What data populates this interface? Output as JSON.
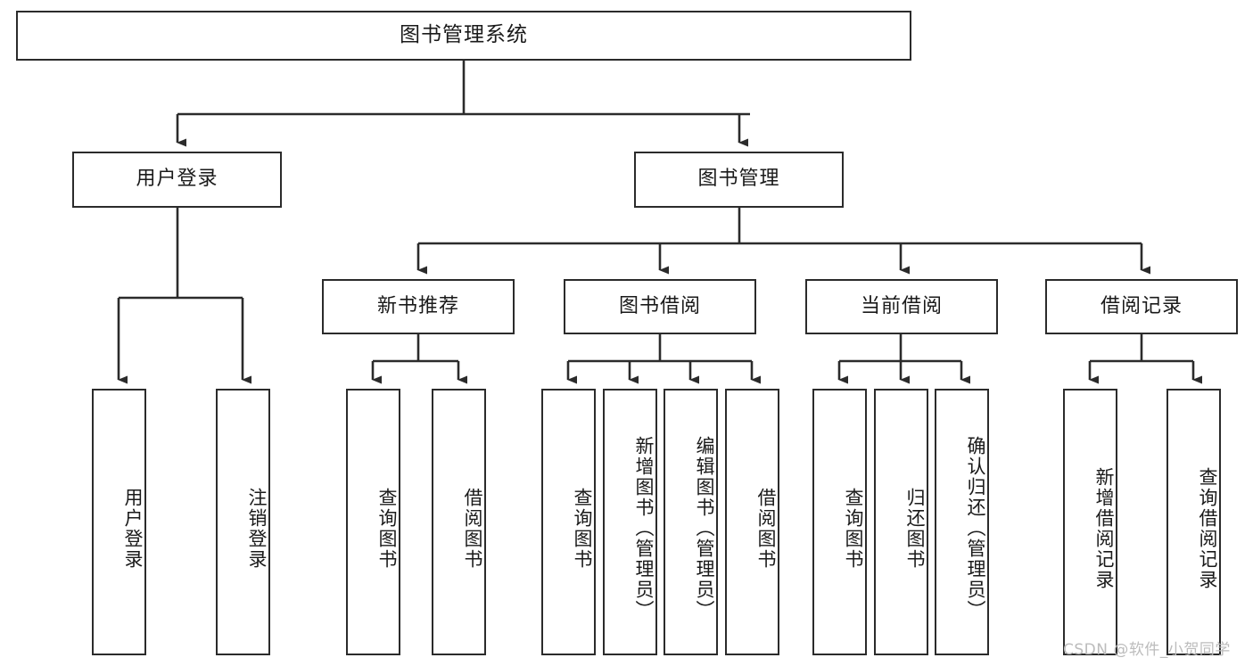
{
  "diagram": {
    "type": "tree-hierarchy",
    "title": "图书管理系统",
    "orientation": "top-down",
    "line_color": "#2b2b2b",
    "box_fill": "#ffffff",
    "text_color": "#1a1a1a",
    "levels": 4
  },
  "nodes": {
    "root": {
      "label": "图书管理系统"
    },
    "level2": [
      {
        "id": "user-login",
        "label": "用户登录"
      },
      {
        "id": "book-management",
        "label": "图书管理"
      }
    ],
    "level3": [
      {
        "id": "new-book-recommend",
        "label": "新书推荐"
      },
      {
        "id": "book-borrow",
        "label": "图书借阅"
      },
      {
        "id": "current-borrow",
        "label": "当前借阅"
      },
      {
        "id": "borrow-record",
        "label": "借阅记录"
      }
    ],
    "leaves": {
      "user_login": [
        {
          "id": "leaf-user-login",
          "label": "用户登录"
        },
        {
          "id": "leaf-logout-login",
          "label": "注销登录"
        }
      ],
      "new_book_recommend": [
        {
          "id": "leaf-query-book-1",
          "label": "查询图书"
        },
        {
          "id": "leaf-borrow-book-1",
          "label": "借阅图书"
        }
      ],
      "book_borrow": [
        {
          "id": "leaf-query-book-2",
          "label": "查询图书"
        },
        {
          "id": "leaf-add-book",
          "label": "新增图书（管理员）"
        },
        {
          "id": "leaf-edit-book",
          "label": "编辑图书（管理员）"
        },
        {
          "id": "leaf-borrow-book-2",
          "label": "借阅图书"
        }
      ],
      "current_borrow": [
        {
          "id": "leaf-query-book-3",
          "label": "查询图书"
        },
        {
          "id": "leaf-return-book",
          "label": "归还图书"
        },
        {
          "id": "leaf-confirm-return",
          "label": "确认归还（管理员）"
        }
      ],
      "borrow_record": [
        {
          "id": "leaf-add-record",
          "label": "新增借阅记录"
        },
        {
          "id": "leaf-query-record",
          "label": "查询借阅记录"
        }
      ]
    }
  },
  "watermark": {
    "text": "CSDN @软件_小贺同学",
    "color": "#bcbcbc"
  }
}
